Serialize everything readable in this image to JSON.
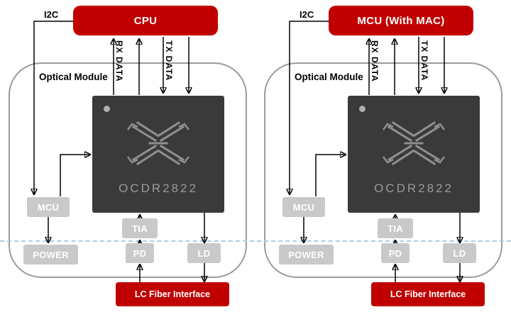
{
  "colors": {
    "accent_red": "#c00000",
    "chip_bg": "#3a3a3a",
    "block_gray": "#c9c9c9",
    "chip_text_gray": "#9a9a9a",
    "dashed_line_blue": "#a9cde9",
    "wire_black": "#000000"
  },
  "modules": [
    {
      "host_label": "CPU",
      "i2c_label": "I2C",
      "optical_module_label": "Optical Module",
      "rx_label": "RX DATA",
      "tx_label": "TX DATA",
      "chip_label": "OCDR2822",
      "mcu_label": "MCU",
      "power_label": "POWER",
      "tia_label": "TIA",
      "pd_label": "PD",
      "ld_label": "LD",
      "fiber_label": "LC Fiber Interface"
    },
    {
      "host_label": "MCU (With MAC)",
      "i2c_label": "I2C",
      "optical_module_label": "Optical Module",
      "rx_label": "RX DATA",
      "tx_label": "TX DATA",
      "chip_label": "OCDR2822",
      "mcu_label": "MCU",
      "power_label": "POWER",
      "tia_label": "TIA",
      "pd_label": "PD",
      "ld_label": "LD",
      "fiber_label": "LC Fiber Interface"
    }
  ]
}
